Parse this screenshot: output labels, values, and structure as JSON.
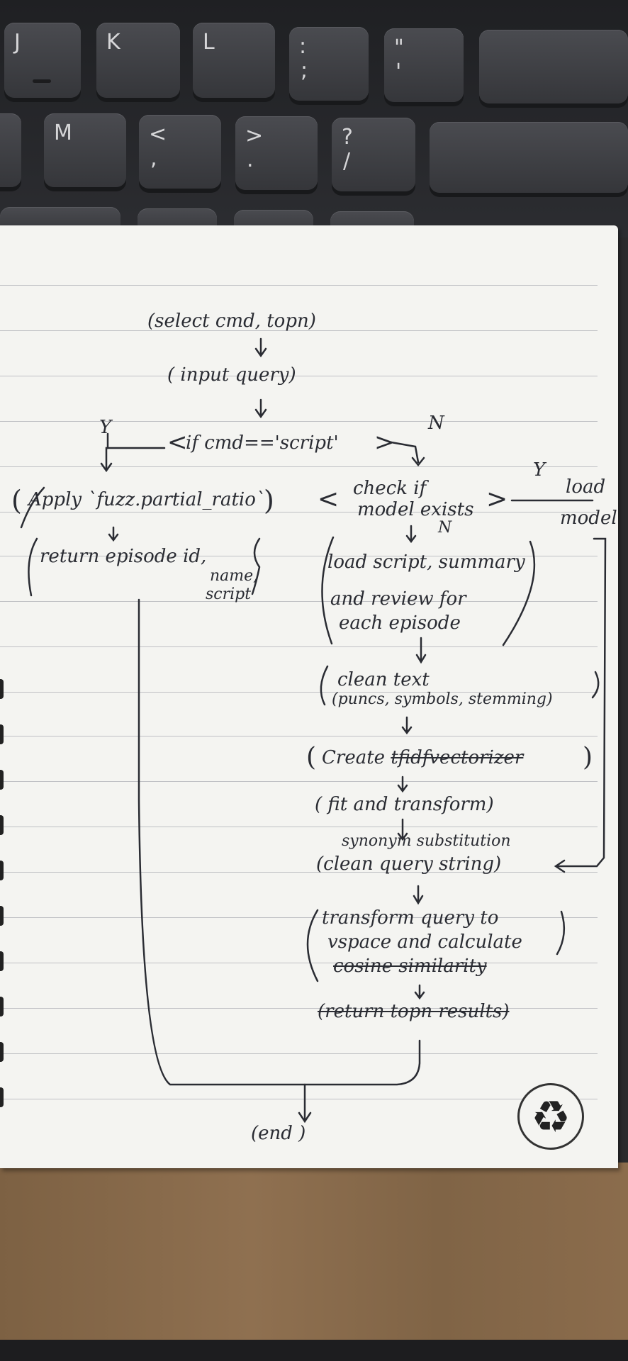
{
  "keyboard": {
    "row1": [
      {
        "top": "J",
        "bottom": ""
      },
      {
        "top": "K",
        "bottom": ""
      },
      {
        "top": "L",
        "bottom": ""
      },
      {
        "top": ":",
        "bottom": ";"
      },
      {
        "top": "\"",
        "bottom": "'"
      }
    ],
    "row2": [
      {
        "top": "M",
        "bottom": ""
      },
      {
        "top": "<",
        "bottom": ","
      },
      {
        "top": ">",
        "bottom": "."
      },
      {
        "top": "?",
        "bottom": "/"
      }
    ]
  },
  "flow": {
    "select": "(select cmd, topn)",
    "input": "( input query)",
    "branch": "if cmd=='script'",
    "branch_yes": "Y",
    "branch_no": "N",
    "apply": "Apply `fuzz.partial_ratio`",
    "return_left_1": "return episode id,",
    "return_left_2": "name,",
    "return_left_3": "script",
    "check_1": "check if",
    "check_2": "model exists",
    "check_yes": "Y",
    "check_no": "N",
    "load_model_1": "load",
    "load_model_2": "model",
    "load_script_1": "load script, summary",
    "load_script_2": "and review for",
    "load_script_3": "each episode",
    "clean_1": "clean text",
    "clean_2": "(puncs, symbols, stemming)",
    "create_a": "Create ",
    "create_b": "tfidfvectorizer",
    "fit": "( fit  and  transform)",
    "synonym": "synonym substitution",
    "clean_query": "(clean query string)",
    "transform_1": "transform query to",
    "transform_2": "vspace and calculate",
    "transform_3": "cosine similarity",
    "return_topn": "(return topn results)",
    "end": "(end )"
  },
  "recycle_icon": "recycle-icon"
}
